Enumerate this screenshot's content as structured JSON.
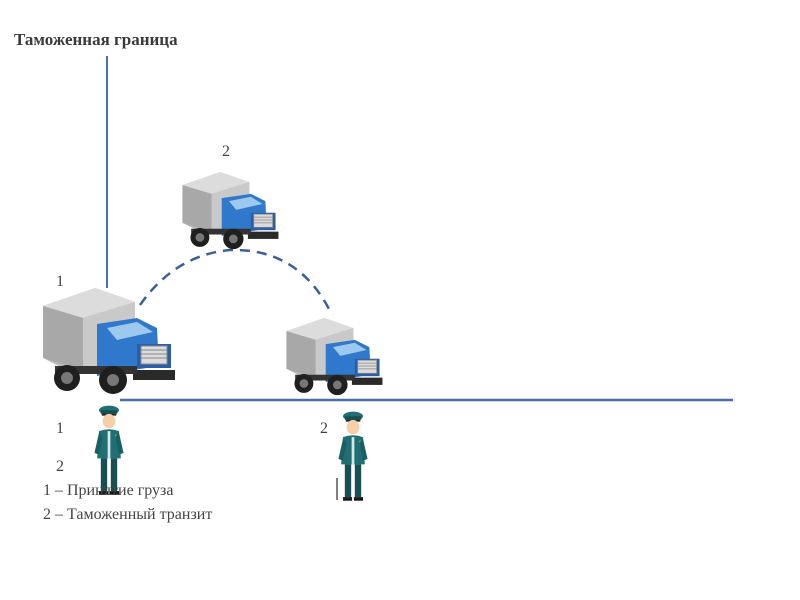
{
  "diagram": {
    "title": "Таможенная граница",
    "labels": {
      "truck_top": "2",
      "truck_left": "1",
      "officer_left": "1",
      "officer_right": "2",
      "officer_left_sub": "2"
    },
    "legend": [
      {
        "text": "1 – Принятие груза"
      },
      {
        "text": "2 – Таможенный транзит"
      }
    ],
    "colors": {
      "line": "#4a6fa8",
      "truck_cab": "#2f78cc",
      "truck_box": "#c8c8c8",
      "officer_uniform": "#1f6f74"
    }
  }
}
